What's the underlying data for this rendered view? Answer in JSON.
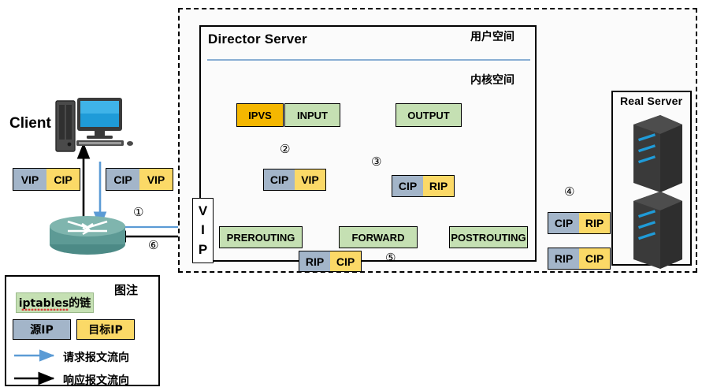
{
  "diagram": {
    "title": "LVS NAT packet flow",
    "colors": {
      "chain_green": "#c5e0b3",
      "ipvs_orange": "#f5b700",
      "src_ip_blue": "#a3b5c9",
      "dst_ip_yellow": "#fbd967",
      "request_arrow": "#5b9bd5",
      "response_arrow": "#000000"
    }
  },
  "client": {
    "label": "Client",
    "packet_response": {
      "src": "VIP",
      "dst": "CIP"
    },
    "packet_request": {
      "src": "CIP",
      "dst": "VIP"
    }
  },
  "director": {
    "title": "Director Server",
    "user_space_label": "用户空间",
    "kernel_space_label": "内核空间",
    "vip_interface": [
      "V",
      "I",
      "P"
    ],
    "boxes": {
      "ipvs": "IPVS",
      "input": "INPUT",
      "output": "OUTPUT",
      "prerouting": "PREROUTING",
      "forward": "FORWARD",
      "postrouting": "POSTROUTING"
    },
    "packet_after_prerouting": {
      "src": "CIP",
      "dst": "VIP"
    },
    "packet_after_ipvs": {
      "src": "CIP",
      "dst": "RIP"
    },
    "packet_response_in": {
      "src": "RIP",
      "dst": "CIP"
    }
  },
  "real_server": {
    "title": "Real Server",
    "packet_in": {
      "src": "CIP",
      "dst": "RIP"
    },
    "packet_out": {
      "src": "RIP",
      "dst": "CIP"
    }
  },
  "steps": [
    {
      "id": "1",
      "glyph": "①"
    },
    {
      "id": "2",
      "glyph": "②"
    },
    {
      "id": "3",
      "glyph": "③"
    },
    {
      "id": "4",
      "glyph": "④"
    },
    {
      "id": "5",
      "glyph": "⑤"
    },
    {
      "id": "6",
      "glyph": "⑥"
    }
  ],
  "legend": {
    "title": "图注",
    "chain_label": "iptables的链",
    "src_ip_label": "源IP",
    "dst_ip_label": "目标IP",
    "request_flow_label": "请求报文流向",
    "response_flow_label": "响应报文流向"
  }
}
